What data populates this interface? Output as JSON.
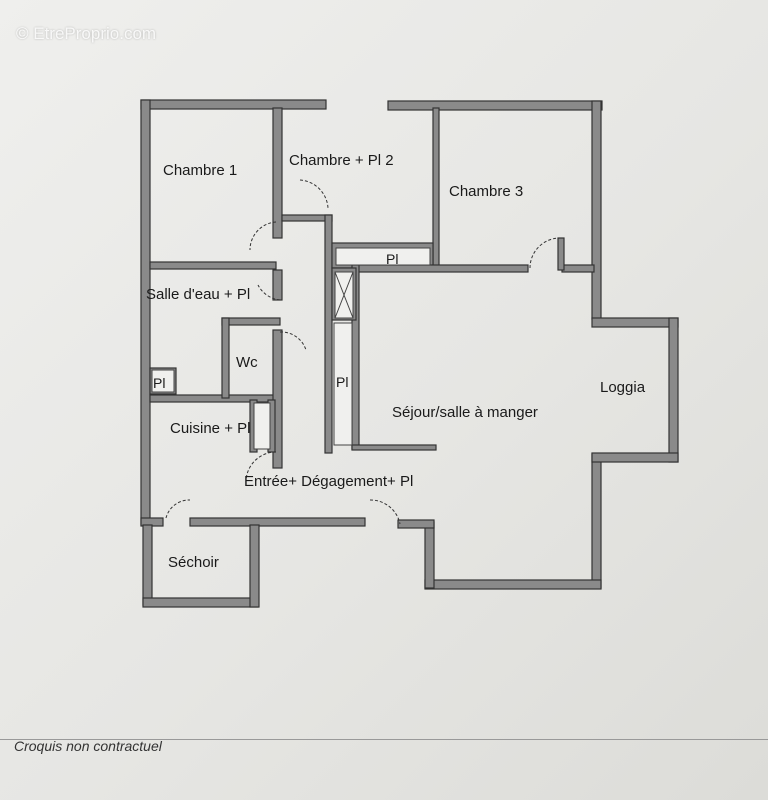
{
  "watermark": "© EtreProprio.com",
  "rooms": {
    "chambre1": "Chambre 1",
    "chambre2": "Chambre + Pl 2",
    "chambre3": "Chambre 3",
    "placard_bedrooms": "Pl",
    "salle_eau": "Salle d'eau + Pl",
    "wc": "Wc",
    "placard_salle_eau": "Pl",
    "placard_corridor": "Pl",
    "sejour": "Séjour/salle à manger",
    "loggia": "Loggia",
    "cuisine": "Cuisine + Pl",
    "entree": "Entrée+ Dégagement+ Pl",
    "sechoir": "Séchoir"
  },
  "footer": "Croquis non contractuel",
  "colors": {
    "wall": "#8a8a8a",
    "paper": "#ebebe8"
  }
}
